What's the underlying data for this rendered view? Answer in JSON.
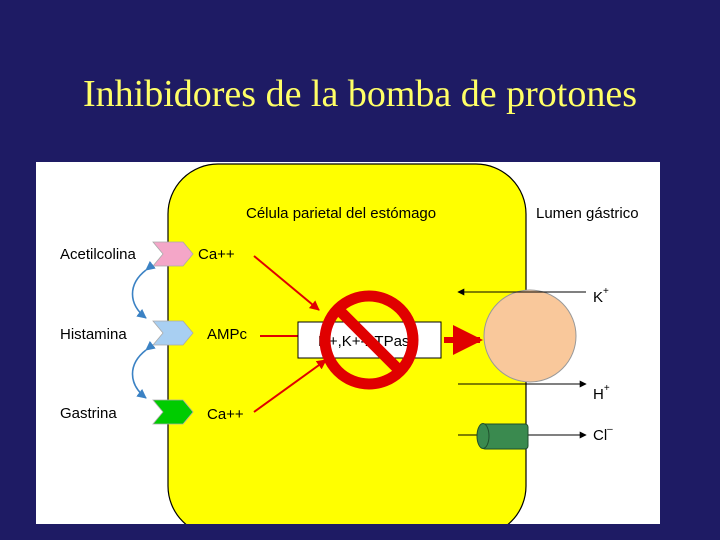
{
  "slide": {
    "title": "Inhibidores de la bomba de protones"
  },
  "diagram": {
    "cell_label": "Célula parietal del estómago",
    "lumen_label": "Lumen gástrico",
    "receptors": [
      {
        "agonist": "Acetilcolina",
        "messenger": "Ca++",
        "color": "#f4a6c8"
      },
      {
        "agonist": "Histamina",
        "messenger": "AMPc",
        "color": "#a8cff2"
      },
      {
        "agonist": "Gastrina",
        "messenger": "Ca++",
        "color": "#00cc00"
      }
    ],
    "pump_label": "H+,K+-ATPasa",
    "ions": {
      "k": "K",
      "k_sup": "+",
      "h": "H",
      "h_sup": "+",
      "cl": "Cl",
      "cl_sup": "–"
    },
    "colors": {
      "cell_fill": "#ffff00",
      "pump_circle": "#f9c89b",
      "channel": "#3a8a4f",
      "inhibition_red": "#e00000",
      "slide_background": "#1e1b64",
      "title_color": "#ffff66"
    }
  }
}
